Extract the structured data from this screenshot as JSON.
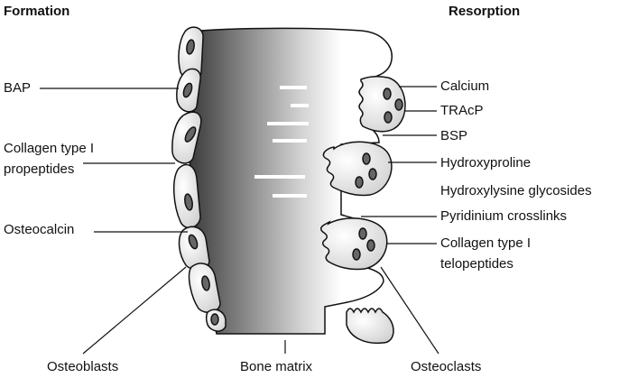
{
  "headings": {
    "formation": "Formation",
    "resorption": "Resorption"
  },
  "formation_labels": {
    "bap": "BAP",
    "collagen_line1": "Collagen type I",
    "collagen_line2": "propeptides",
    "osteocalcin": "Osteocalcin"
  },
  "resorption_labels": {
    "calcium": "Calcium",
    "tracp": "TRAcP",
    "bsp": "BSP",
    "hydroxyproline": "Hydroxyproline",
    "hydroxylysine": "Hydroxylysine glycosides",
    "pyridinium": "Pyridinium crosslinks",
    "telopeptides_line1": "Collagen type I",
    "telopeptides_line2": "telopeptides"
  },
  "bottom_labels": {
    "osteoblasts": "Osteoblasts",
    "bone_matrix": "Bone matrix",
    "osteoclasts": "Osteoclasts"
  }
}
